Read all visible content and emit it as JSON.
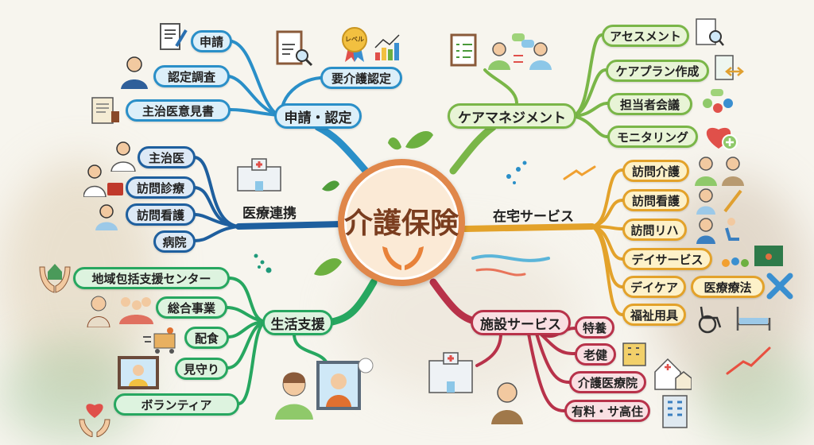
{
  "center": {
    "title": "介護保険"
  },
  "branches": {
    "application": {
      "hub": "申請・認定",
      "items": [
        "申請",
        "認定調査",
        "主治医意見書",
        "要介護認定"
      ],
      "medal_text": "レベル",
      "color": "#2a8fc8"
    },
    "medical": {
      "hub": "医療連携",
      "items": [
        "主治医",
        "訪問診療",
        "訪問看護",
        "病院"
      ],
      "color": "#1e5f9e"
    },
    "care_management": {
      "hub": "ケアマネジメント",
      "items": [
        "アセスメント",
        "ケアプラン作成",
        "担当者会議",
        "モニタリング"
      ],
      "color": "#7ab648"
    },
    "home_services": {
      "hub": "在宅サービス",
      "items": [
        "訪問介護",
        "訪問看護",
        "訪問リハ",
        "デイサービス",
        "デイケア",
        "医療療法",
        "福祉用具"
      ],
      "color": "#e3a22a"
    },
    "facility_services": {
      "hub": "施設サービス",
      "items": [
        "特養",
        "老健",
        "介護医療院",
        "有料・サ高住"
      ],
      "color": "#b8324a"
    },
    "life_support": {
      "hub": "生活支援",
      "items": [
        "地域包括支援センター",
        "総合事業",
        "配食",
        "見守り",
        "ボランティア"
      ],
      "color": "#27a760"
    }
  }
}
